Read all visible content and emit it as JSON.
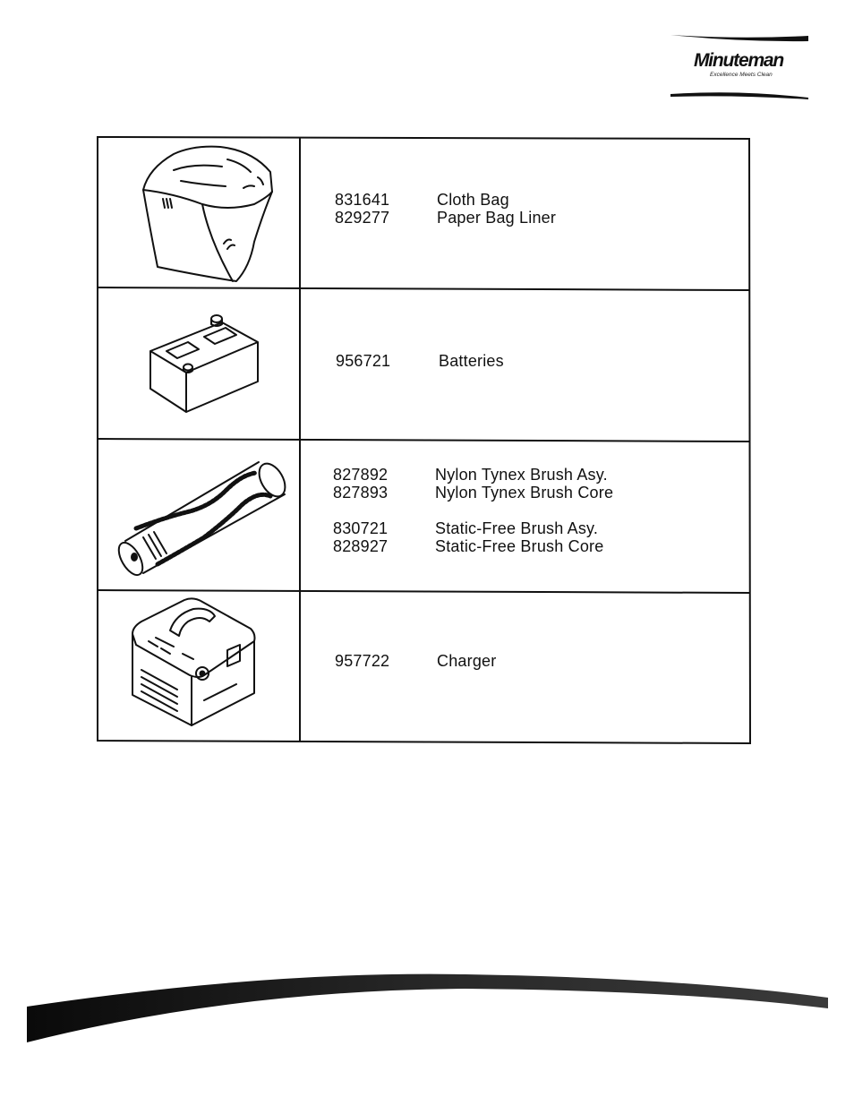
{
  "logo": {
    "name": "Minuteman",
    "tagline": "Excellence Meets Clean"
  },
  "rows": [
    {
      "illustration": "cloth-bag",
      "items": [
        {
          "part_number": "831641",
          "description": "Cloth Bag"
        },
        {
          "part_number": "829277",
          "description": "Paper Bag Liner"
        }
      ]
    },
    {
      "illustration": "battery",
      "items": [
        {
          "part_number": "956721",
          "description": "Batteries"
        }
      ]
    },
    {
      "illustration": "brush-roll",
      "items": [
        {
          "part_number": "827892",
          "description": "Nylon Tynex Brush Asy."
        },
        {
          "part_number": "827893",
          "description": "Nylon Tynex Brush Core"
        },
        {
          "part_number": "830721",
          "description": "Static-Free Brush Asy."
        },
        {
          "part_number": "828927",
          "description": "Static-Free Brush Core"
        }
      ]
    },
    {
      "illustration": "charger",
      "items": [
        {
          "part_number": "957722",
          "description": "Charger"
        }
      ]
    }
  ]
}
